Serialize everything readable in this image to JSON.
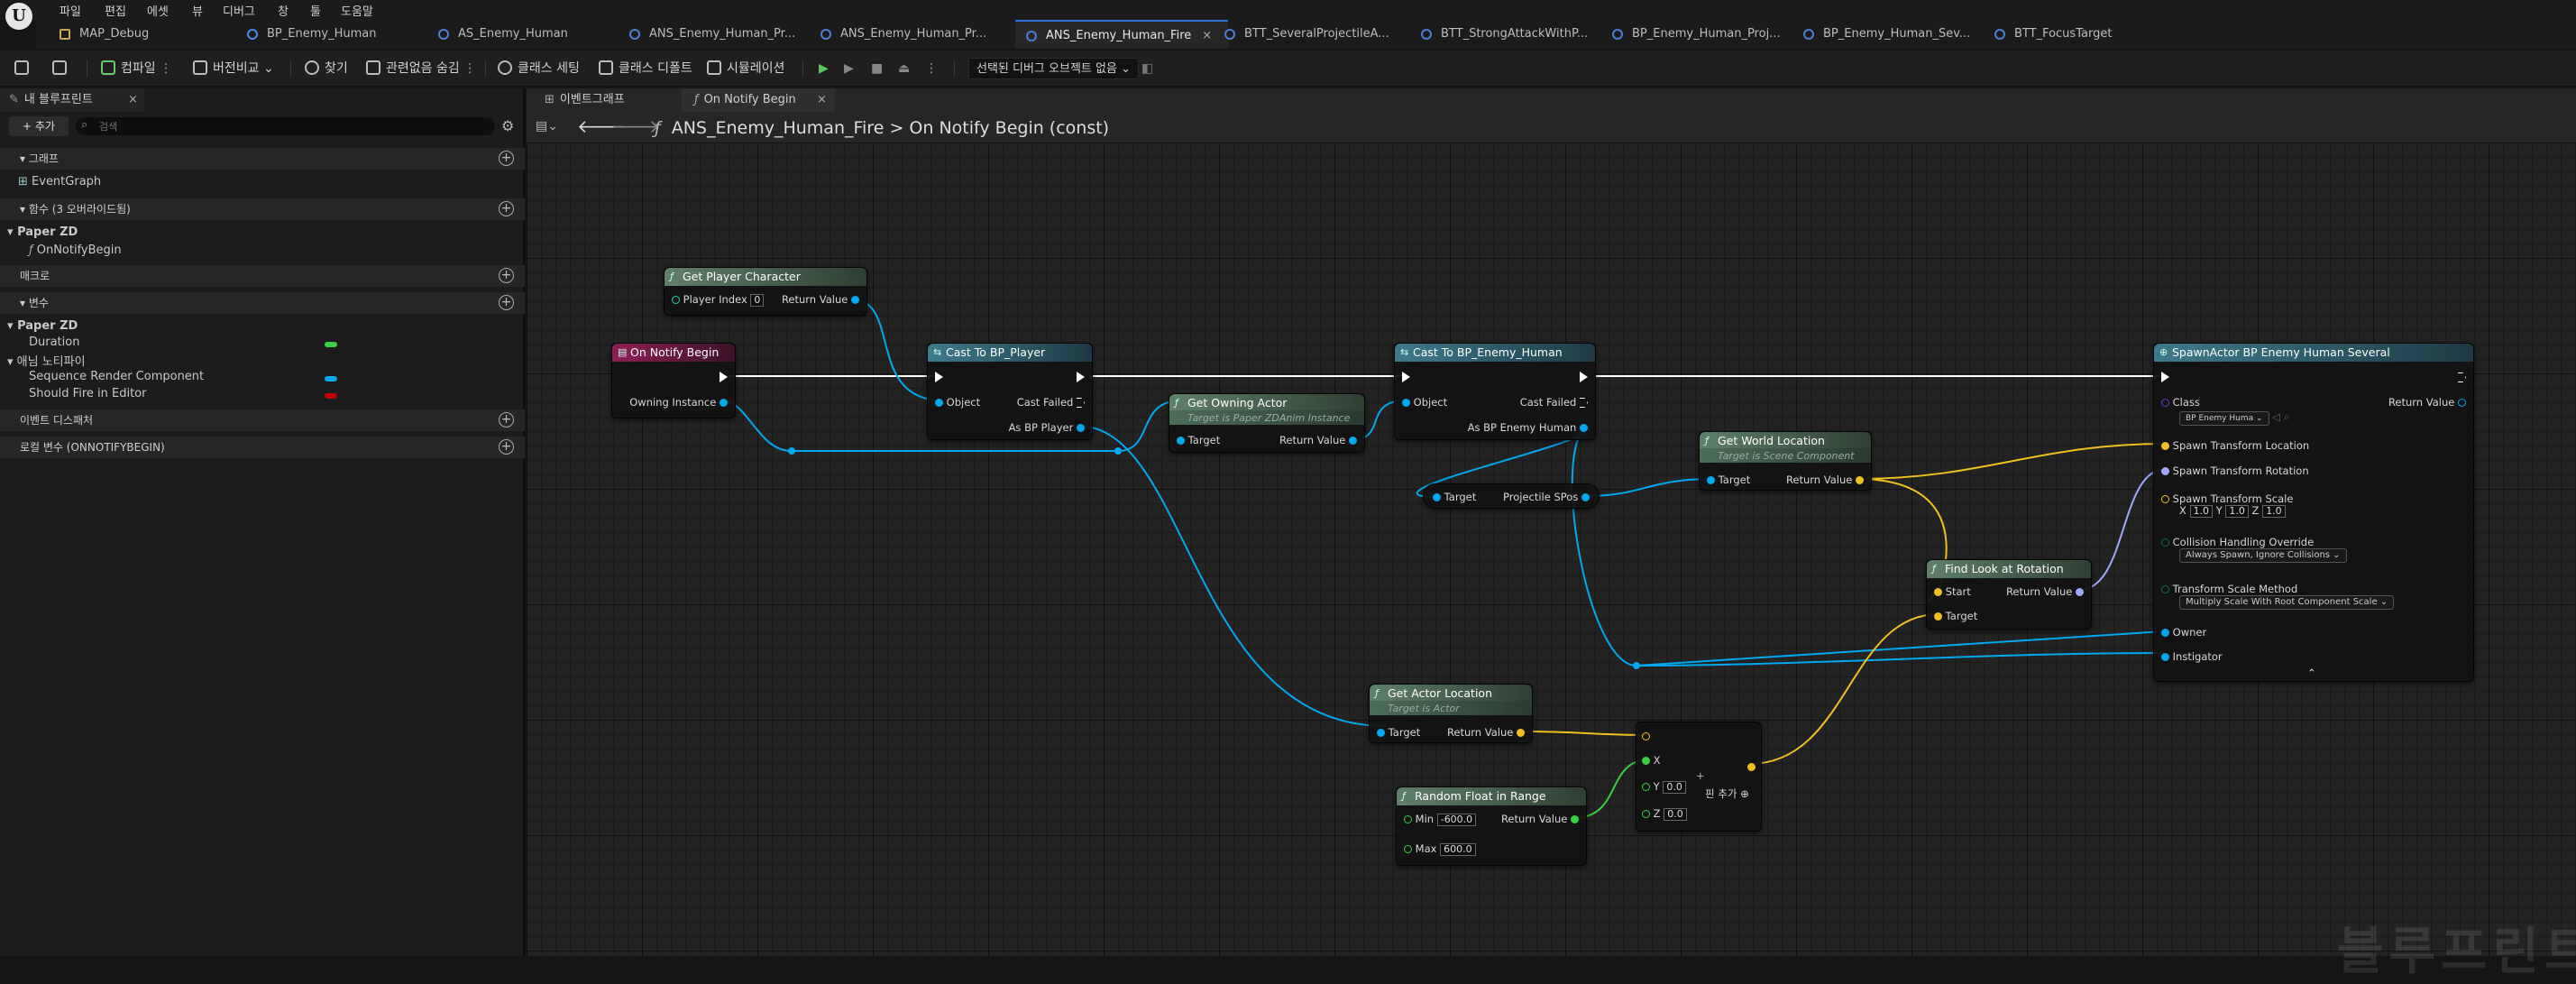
{
  "menubar": {
    "items": [
      "파일",
      "편집",
      "에셋",
      "뷰",
      "디버그",
      "창",
      "툴",
      "도움말"
    ]
  },
  "tabs": [
    {
      "label": "MAP_Debug"
    },
    {
      "label": "BP_Enemy_Human"
    },
    {
      "label": "AS_Enemy_Human"
    },
    {
      "label": "ANS_Enemy_Human_Pr..."
    },
    {
      "label": "ANS_Enemy_Human_Pr..."
    },
    {
      "label": "ANS_Enemy_Human_Fire",
      "close": "×"
    },
    {
      "label": "BTT_SeveralProjectileA..."
    },
    {
      "label": "BTT_StrongAttackWithP..."
    },
    {
      "label": "BP_Enemy_Human_Proj..."
    },
    {
      "label": "BP_Enemy_Human_Sev..."
    },
    {
      "label": "BTT_FocusTarget"
    }
  ],
  "toolbar": {
    "compile": "컴파일",
    "diff": "버전비교",
    "find": "찾기",
    "hide_unrelated": "관련없음 숨김",
    "class_settings": "클래스 세팅",
    "class_defaults": "클래스 디폴트",
    "simulation": "시뮬레이션",
    "debug_object": "선택된 디버그 오브젝트 없음"
  },
  "left_panel": {
    "tab_label": "내 블루프린트",
    "close": "×",
    "add_button": "+ 추가",
    "search_placeholder": "검색",
    "graph_category": "그래프",
    "event_graph": "EventGraph",
    "functions_category": "함수 (3 오버라이드됨)",
    "paperzd_group": "Paper ZD",
    "on_notify_begin": "OnNotifyBegin",
    "macros_category": "매크로",
    "variables_category": "변수",
    "variables_group1": "Paper ZD",
    "duration": "Duration",
    "anim_notify_group": "애님 노티파이",
    "sequence_render_component": "Sequence Render Component",
    "should_fire_in_editor": "Should Fire in Editor",
    "event_dispatchers": "이벤트 디스패처",
    "local_variables": "로컬 변수 (ONNOTIFYBEGIN)"
  },
  "graph_tabs": {
    "event_graph": "이벤트그래프",
    "on_notify_begin": "On Notify Begin",
    "close": "×"
  },
  "breadcrumb": {
    "asset": "ANS_Enemy_Human_Fire",
    "separator": ">",
    "function": "On Notify Begin (const)"
  },
  "nodes": {
    "get_player_character": {
      "title": "Get Player Character",
      "player_index_label": "Player Index",
      "player_index_value": "0",
      "return_value": "Return Value"
    },
    "on_notify_begin": {
      "title": "On Notify Begin",
      "owning_instance": "Owning Instance"
    },
    "cast_bp_player": {
      "title": "Cast To BP_Player",
      "object": "Object",
      "cast_failed": "Cast Failed",
      "as_bp_player": "As BP Player"
    },
    "get_owning_actor": {
      "title": "Get Owning Actor",
      "subtitle": "Target is Paper ZDAnim Instance",
      "target": "Target",
      "return_value": "Return Value"
    },
    "cast_bp_enemy": {
      "title": "Cast To BP_Enemy_Human",
      "object": "Object",
      "cast_failed": "Cast Failed",
      "as_bp_enemy": "As BP Enemy Human"
    },
    "projectile_spos": {
      "target": "Target",
      "projectile_spos": "Projectile SPos"
    },
    "get_world_location": {
      "title": "Get World Location",
      "subtitle": "Target is Scene Component",
      "target": "Target",
      "return_value": "Return Value"
    },
    "find_look_at": {
      "title": "Find Look at Rotation",
      "start": "Start",
      "target": "Target",
      "return_value": "Return Value"
    },
    "spawn_actor": {
      "title": "SpawnActor BP Enemy Human Several",
      "class_label": "Class",
      "class_value": "BP Enemy Huma",
      "return_value": "Return Value",
      "spawn_loc": "Spawn Transform Location",
      "spawn_rot": "Spawn Transform Rotation",
      "spawn_scale": "Spawn Transform Scale",
      "scale_x_label": "X",
      "scale_x": "1.0",
      "scale_y_label": "Y",
      "scale_y": "1.0",
      "scale_z_label": "Z",
      "scale_z": "1.0",
      "collision_label": "Collision Handling Override",
      "collision_value": "Always Spawn, Ignore Collisions",
      "scale_method_label": "Transform Scale Method",
      "scale_method_value": "Multiply Scale With Root Component Scale",
      "owner": "Owner",
      "instigator": "Instigator"
    },
    "get_actor_location": {
      "title": "Get Actor Location",
      "subtitle": "Target is Actor",
      "target": "Target",
      "return_value": "Return Value"
    },
    "make_vector": {
      "x": "X",
      "y_label": "Y",
      "y_value": "0.0",
      "z_label": "Z",
      "z_value": "0.0",
      "add_pin": "핀 추가"
    },
    "random_float": {
      "title": "Random Float in Range",
      "min_label": "Min",
      "min_value": "-600.0",
      "max_label": "Max",
      "max_value": "600.0",
      "return_value": "Return Value"
    }
  },
  "watermark": "블루프린트",
  "colors": {
    "exec": "#ffffff",
    "object": "#00a8f0",
    "vector": "#f0c020",
    "rotator": "#a0a8ff",
    "float": "#38d040",
    "class": "#7a3ad8",
    "bool": "#c00000",
    "accent": "#2c74d6"
  }
}
